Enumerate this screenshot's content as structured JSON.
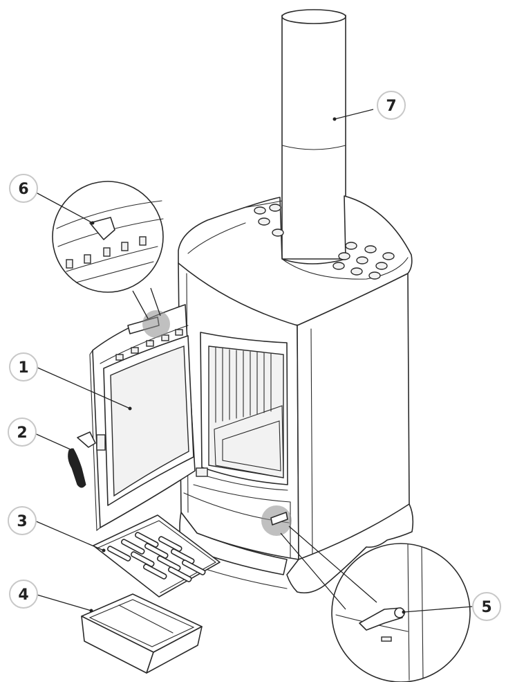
{
  "callouts": [
    {
      "id": "1",
      "label": "1"
    },
    {
      "id": "2",
      "label": "2"
    },
    {
      "id": "3",
      "label": "3"
    },
    {
      "id": "4",
      "label": "4"
    },
    {
      "id": "5",
      "label": "5"
    },
    {
      "id": "6",
      "label": "6"
    },
    {
      "id": "7",
      "label": "7"
    }
  ],
  "colors": {
    "line": "#2a2a2a",
    "bubble_border": "#c8c8c8",
    "highlight": "#8d8d8d"
  }
}
